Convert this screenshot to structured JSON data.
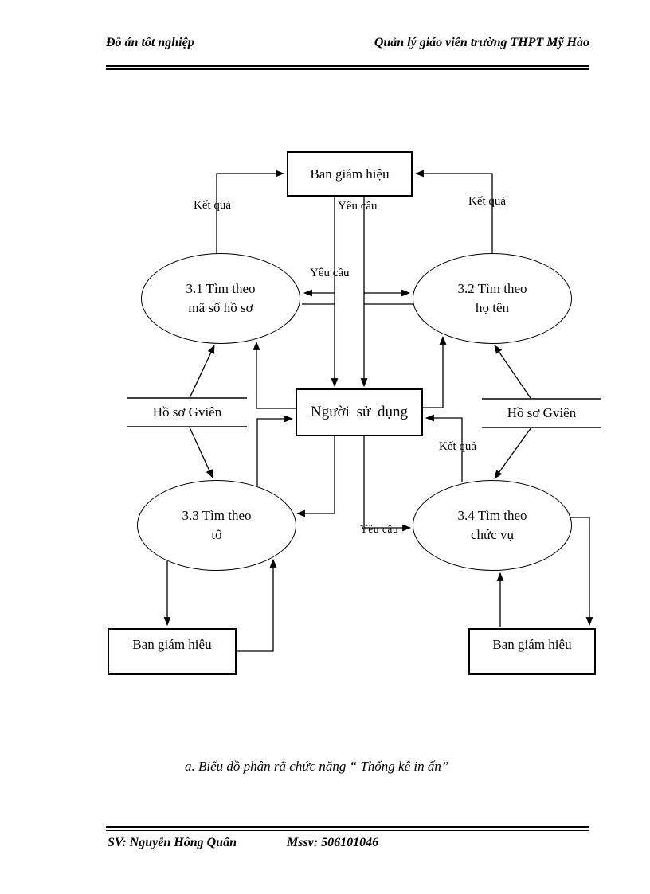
{
  "header": {
    "left": "Đồ án tốt nghiệp",
    "right": "Quản lý giáo viên trường THPT Mỹ Hào"
  },
  "footer": {
    "student": "SV: Nguyễn Hồng Quân",
    "student_id": "Mssv: 506101046"
  },
  "caption": "a.  Biểu đồ phân rã chức năng “ Thống kê in ấn”",
  "diagram": {
    "nodes": {
      "board_top": {
        "label": "Ban giám hiệu"
      },
      "process_31": {
        "line1": "3.1 Tìm theo",
        "line2": "mã số hồ sơ"
      },
      "process_32": {
        "line1": "3.2 Tìm theo",
        "line2": "họ tên"
      },
      "user": {
        "label": "Người sử dụng"
      },
      "store_left": {
        "label": "Hồ sơ Gviên"
      },
      "store_right": {
        "label": "Hồ sơ Gviên"
      },
      "process_33": {
        "line1": "3.3 Tìm theo",
        "line2": "tổ"
      },
      "process_34": {
        "line1": "3.4 Tìm theo",
        "line2": "chức vụ"
      },
      "board_bottom_left": {
        "label": "Ban giám hiệu"
      },
      "board_bottom_right": {
        "label": "Ban giám hiệu"
      }
    },
    "flow_labels": {
      "result_top_left": "Kết quả",
      "request_top": "Yêu cầu",
      "result_top_right": "Kết quả",
      "request_mid": "Yêu cầu",
      "result_right": "Kết quả",
      "request_bottom": "Yêu cầu"
    }
  }
}
